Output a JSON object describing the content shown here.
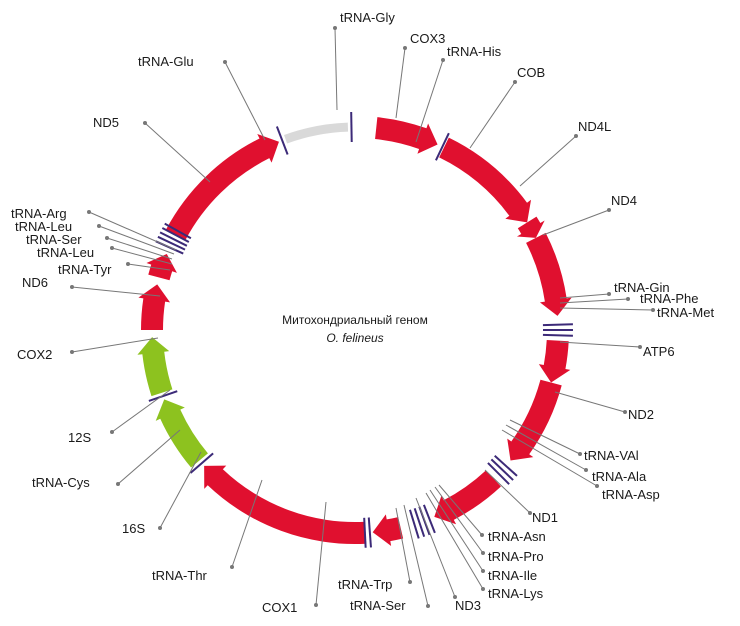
{
  "center": {
    "title": "Митохондриальный геном",
    "species": "O. felineus"
  },
  "colors": {
    "protein": "#e0102f",
    "rrna": "#8dc21f",
    "trna": "#3c2a78",
    "noncoding": "#d9d9d9",
    "leader": "#777777"
  },
  "segments": [
    {
      "name": "COX3",
      "type": "protein",
      "start": 6,
      "end": 24
    },
    {
      "name": "COB",
      "type": "protein",
      "start": 26,
      "end": 58
    },
    {
      "name": "ND4L",
      "type": "protein",
      "start": 58,
      "end": 63
    },
    {
      "name": "ND4",
      "type": "protein",
      "start": 63,
      "end": 86
    },
    {
      "name": "ATP6",
      "type": "protein",
      "start": 93,
      "end": 105
    },
    {
      "name": "ND2",
      "type": "protein",
      "start": 105,
      "end": 130
    },
    {
      "name": "ND1",
      "type": "protein",
      "start": 137,
      "end": 157
    },
    {
      "name": "ND3",
      "type": "protein",
      "start": 167,
      "end": 175
    },
    {
      "name": "COX1",
      "type": "protein",
      "start": 177,
      "end": 228
    },
    {
      "name": "16S",
      "type": "rrna",
      "start": 230,
      "end": 250
    },
    {
      "name": "12S",
      "type": "rrna",
      "start": 252,
      "end": 268
    },
    {
      "name": "COX2",
      "type": "protein",
      "start": 270,
      "end": 283
    },
    {
      "name": "ND6",
      "type": "protein",
      "start": 285,
      "end": 292
    },
    {
      "name": "ND5",
      "type": "protein",
      "start": 298,
      "end": 338
    },
    {
      "name": "noncoding",
      "type": "noncoding",
      "start": 340,
      "end": 358
    }
  ],
  "trnas": [
    {
      "name": "tRNA-Gly",
      "angle": 359
    },
    {
      "name": "tRNA-His",
      "angle": 25.5
    },
    {
      "name": "tRNA-Gln",
      "angle": 88.5
    },
    {
      "name": "tRNA-Phe",
      "angle": 90
    },
    {
      "name": "tRNA-Met",
      "angle": 91.5
    },
    {
      "name": "tRNA-Val",
      "angle": 132
    },
    {
      "name": "tRNA-Ala",
      "angle": 133.5
    },
    {
      "name": "tRNA-Asp",
      "angle": 135
    },
    {
      "name": "tRNA-Asn",
      "angle": 158.5
    },
    {
      "name": "tRNA-Pro",
      "angle": 160
    },
    {
      "name": "tRNA-Ile",
      "angle": 161.5
    },
    {
      "name": "tRNA-Lys",
      "angle": 163
    },
    {
      "name": "tRNA-Ser",
      "angle": 175.8
    },
    {
      "name": "tRNA-Trp",
      "angle": 177.2
    },
    {
      "name": "tRNA-Thr",
      "angle": 229
    },
    {
      "name": "tRNA-Cys",
      "angle": 251
    },
    {
      "name": "tRNA-Tyr",
      "angle": 294
    },
    {
      "name": "tRNA-Leu",
      "angle": 295.3
    },
    {
      "name": "tRNA-Ser",
      "angle": 296.6
    },
    {
      "name": "tRNA-Leu",
      "angle": 297.9
    },
    {
      "name": "tRNA-Arg",
      "angle": 299.2
    },
    {
      "name": "tRNA-Glu",
      "angle": 339
    }
  ],
  "labels": [
    {
      "text": "tRNA-Gly"
    },
    {
      "text": "COX3"
    },
    {
      "text": "tRNA-His"
    },
    {
      "text": "COB"
    },
    {
      "text": "ND4L"
    },
    {
      "text": "ND4"
    },
    {
      "text": "tRNA-Gin"
    },
    {
      "text": "tRNA-Phe"
    },
    {
      "text": "tRNA-Met"
    },
    {
      "text": "ATP6"
    },
    {
      "text": "ND2"
    },
    {
      "text": "tRNA-VAl"
    },
    {
      "text": "tRNA-Ala"
    },
    {
      "text": "tRNA-Asp"
    },
    {
      "text": "ND1"
    },
    {
      "text": "tRNA-Asn"
    },
    {
      "text": "tRNA-Pro"
    },
    {
      "text": "tRNA-Ile"
    },
    {
      "text": "tRNA-Lys"
    },
    {
      "text": "ND3"
    },
    {
      "text": "tRNA-Ser"
    },
    {
      "text": "tRNA-Trp"
    },
    {
      "text": "COX1"
    },
    {
      "text": "tRNA-Thr"
    },
    {
      "text": "16S"
    },
    {
      "text": "tRNA-Cys"
    },
    {
      "text": "12S"
    },
    {
      "text": "COX2"
    },
    {
      "text": "ND6"
    },
    {
      "text": "tRNA-Tyr"
    },
    {
      "text": "tRNA-Leu"
    },
    {
      "text": "tRNA-Ser"
    },
    {
      "text": "tRNA-Leu"
    },
    {
      "text": "tRNA-Arg"
    },
    {
      "text": "ND5"
    },
    {
      "text": "tRNA-Glu"
    }
  ]
}
